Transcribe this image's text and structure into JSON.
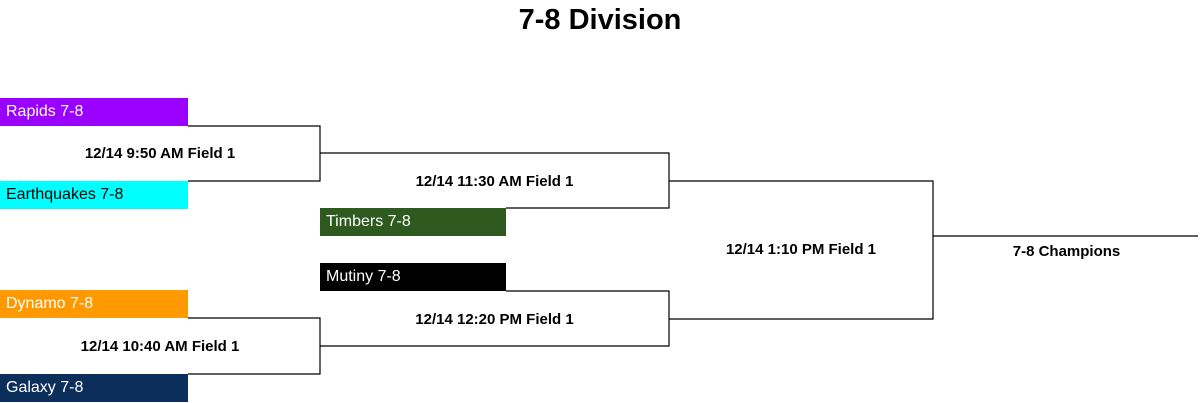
{
  "title": "7-8 Division",
  "teams": {
    "rapids": {
      "label": "Rapids 7-8",
      "color": "#9a00ff",
      "text_color": "#ffffff"
    },
    "earthquakes": {
      "label": "Earthquakes 7-8",
      "color": "#00ffff",
      "text_color": "#000000"
    },
    "timbers": {
      "label": "Timbers 7-8",
      "color": "#2f5a1f",
      "text_color": "#ffffff"
    },
    "mutiny": {
      "label": "Mutiny 7-8",
      "color": "#000000",
      "text_color": "#ffffff"
    },
    "dynamo": {
      "label": "Dynamo 7-8",
      "color": "#ff9900",
      "text_color": "#ffffff"
    },
    "galaxy": {
      "label": "Galaxy 7-8",
      "color": "#0b2f5a",
      "text_color": "#ffffff"
    }
  },
  "games": {
    "r1_top": "12/14 9:50 AM Field 1",
    "r1_bottom": "12/14 10:40 AM Field 1",
    "semi_top": "12/14 11:30 AM Field 1",
    "semi_bottom": "12/14 12:20 PM Field 1",
    "final": "12/14 1:10 PM Field 1"
  },
  "champion": "7-8 Champions"
}
